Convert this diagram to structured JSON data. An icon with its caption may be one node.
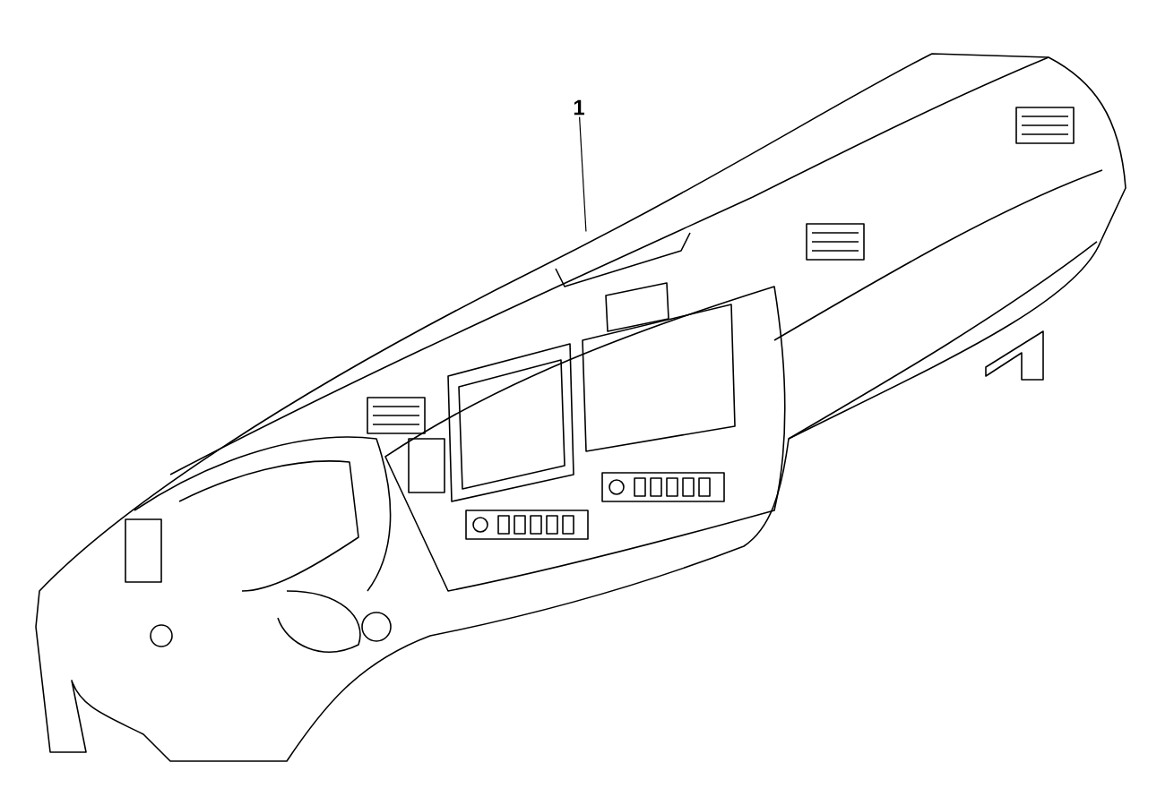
{
  "diagram": {
    "nodes": [
      {
        "text": [
          "1"
        ]
      },
      {
        "text": [],
        "shape": "picture"
      }
    ],
    "edges": [
      {
        "from": 0,
        "to": 1,
        "arrow": "none"
      }
    ]
  }
}
